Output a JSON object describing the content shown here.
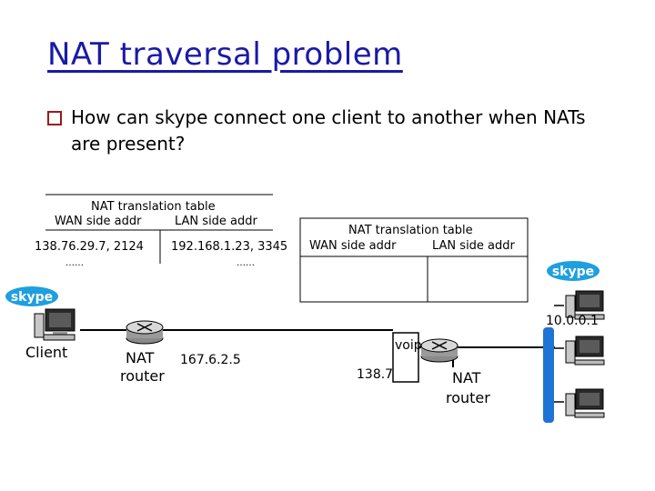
{
  "slide": {
    "title": "NAT traversal problem",
    "bullet": "How can skype connect one client to another when NATs are present?"
  },
  "left_table": {
    "title": "NAT translation table",
    "wan_header": "WAN side addr",
    "lan_header": "LAN side addr",
    "row": {
      "wan": "138.76.29.7, 2124",
      "lan": "192.168.1.23, 3345"
    },
    "ellipsis_wan": "……",
    "ellipsis_lan": "……"
  },
  "right_table": {
    "title": "NAT translation table",
    "wan_header": "WAN side addr",
    "lan_header": "LAN side addr"
  },
  "labels": {
    "client": "Client",
    "left_nat": "NAT",
    "left_router": "router",
    "left_ip": "167.6.2.5",
    "voip": "voip",
    "right_ip": "138.7",
    "right_nat": "NAT",
    "right_router": "router",
    "lan_ip": "10.0.0.1",
    "skype_left": "skype",
    "skype_right": "skype"
  },
  "colors": {
    "title": "#1a1aa6",
    "bullet": "#9a1a1a",
    "skype_blue": "#1e9fe0",
    "lan_blue": "#1e73d6"
  }
}
